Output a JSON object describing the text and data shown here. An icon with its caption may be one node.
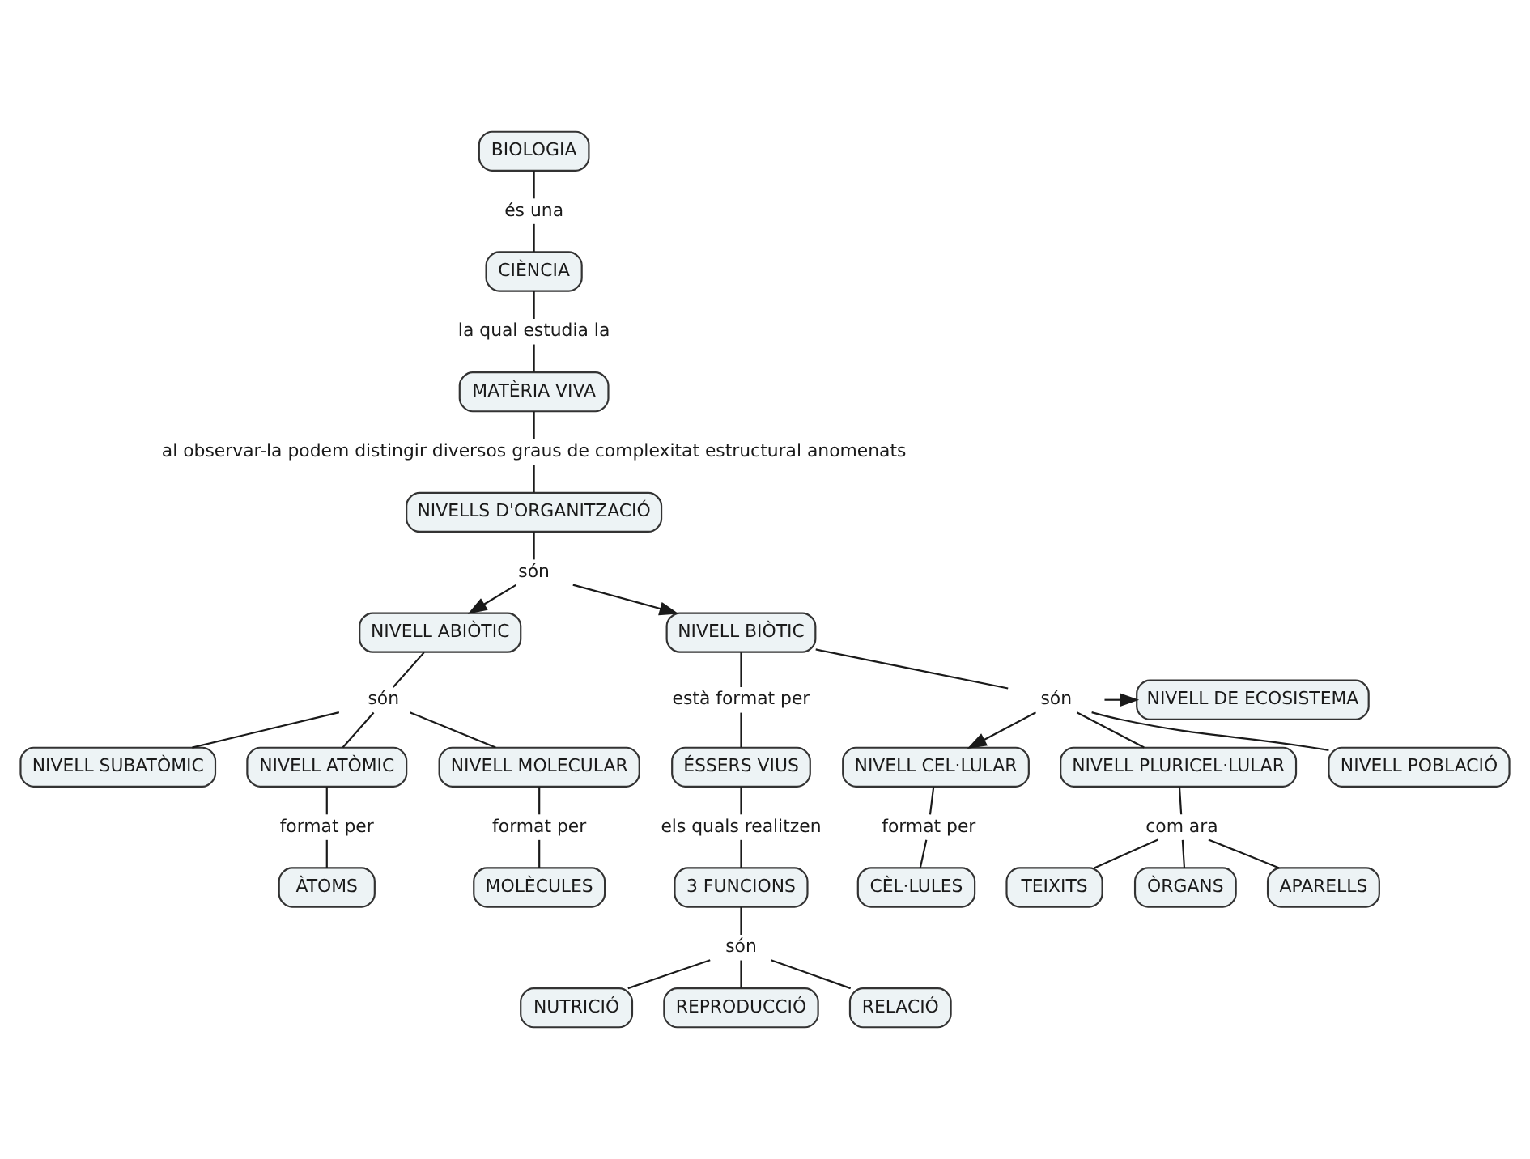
{
  "diagram": {
    "nodes": [
      {
        "text": [
          "BIOLOGIA"
        ]
      },
      {
        "text": [
          "és una"
        ]
      },
      {
        "text": [
          "CIÈNCIA"
        ]
      },
      {
        "text": [
          "la qual estudia la"
        ]
      },
      {
        "text": [
          "MATÈRIA VIVA"
        ]
      },
      {
        "text": [
          "al observar-la podem distingir diversos graus de complexitat estructural anomenats"
        ]
      },
      {
        "text": [
          "NIVELLS D'ORGANITZACIÓ"
        ]
      },
      {
        "text": [
          "són"
        ]
      },
      {
        "text": [
          "NIVELL ABIÒTIC"
        ]
      },
      {
        "text": [
          "NIVELL BIÒTIC"
        ]
      },
      {
        "text": [
          "són"
        ]
      },
      {
        "text": [
          "està format per"
        ]
      },
      {
        "text": [
          "són"
        ]
      },
      {
        "text": [
          "NIVELL DE ECOSISTEMA"
        ]
      },
      {
        "text": [
          "ÉSSERS VIUS"
        ]
      },
      {
        "text": [
          "NIVELL SUBATÒMIC"
        ]
      },
      {
        "text": [
          "NIVELL ATÒMIC"
        ]
      },
      {
        "text": [
          "NIVELL MOLECULAR"
        ]
      },
      {
        "text": [
          "NIVELL CEL·LULAR"
        ]
      },
      {
        "text": [
          "NIVELL PLURICEL·LULAR"
        ]
      },
      {
        "text": [
          "NIVELL POBLACIÓ"
        ]
      },
      {
        "text": [
          "els quals realitzen"
        ]
      },
      {
        "text": [
          "format per"
        ]
      },
      {
        "text": [
          "format per"
        ]
      },
      {
        "text": [
          "format per"
        ]
      },
      {
        "text": [
          "com ara"
        ]
      },
      {
        "text": [
          "3 FUNCIONS"
        ]
      },
      {
        "text": [
          "ÀTOMS"
        ]
      },
      {
        "text": [
          "MOLÈCULES"
        ]
      },
      {
        "text": [
          "CÈL·LULES"
        ]
      },
      {
        "text": [
          "TEIXITS"
        ]
      },
      {
        "text": [
          "APARELLS"
        ]
      },
      {
        "text": [
          "ÒRGANS"
        ]
      },
      {
        "text": [
          "són"
        ]
      },
      {
        "text": [
          "NUTRICIÓ"
        ]
      },
      {
        "text": [
          "REPRODUCCIÓ"
        ]
      },
      {
        "text": [
          "RELACIÓ"
        ]
      }
    ],
    "edges": [
      {
        "from": 0,
        "to": 1,
        "arrow": "none"
      },
      {
        "from": 1,
        "to": 2,
        "arrow": "none"
      },
      {
        "from": 2,
        "to": 3,
        "arrow": "none"
      },
      {
        "from": 3,
        "to": 4,
        "arrow": "none"
      },
      {
        "from": 4,
        "to": 5,
        "arrow": "none"
      },
      {
        "from": 5,
        "to": 6,
        "arrow": "none"
      },
      {
        "from": 6,
        "to": 7,
        "arrow": "none"
      },
      {
        "from": 7,
        "to": 8,
        "arrow": "to"
      },
      {
        "from": 7,
        "to": 9,
        "arrow": "to"
      },
      {
        "from": 8,
        "to": 10,
        "arrow": "none"
      },
      {
        "from": 10,
        "to": 15,
        "arrow": "none"
      },
      {
        "from": 10,
        "to": 16,
        "arrow": "none"
      },
      {
        "from": 10,
        "to": 17,
        "arrow": "none"
      },
      {
        "from": 9,
        "to": 11,
        "arrow": "none"
      },
      {
        "from": 11,
        "to": 14,
        "arrow": "none"
      },
      {
        "from": 9,
        "to": 12,
        "arrow": "none"
      },
      {
        "from": 12,
        "to": 18,
        "arrow": "to"
      },
      {
        "from": 12,
        "to": 19,
        "arrow": "none"
      },
      {
        "from": 12,
        "to": 20,
        "arrow": "none"
      },
      {
        "from": 12,
        "to": 13,
        "arrow": "to"
      },
      {
        "from": 16,
        "to": 22,
        "arrow": "none"
      },
      {
        "from": 22,
        "to": 27,
        "arrow": "none"
      },
      {
        "from": 17,
        "to": 23,
        "arrow": "none"
      },
      {
        "from": 23,
        "to": 28,
        "arrow": "none"
      },
      {
        "from": 14,
        "to": 21,
        "arrow": "none"
      },
      {
        "from": 21,
        "to": 26,
        "arrow": "none"
      },
      {
        "from": 18,
        "to": 24,
        "arrow": "none"
      },
      {
        "from": 24,
        "to": 29,
        "arrow": "none"
      },
      {
        "from": 19,
        "to": 25,
        "arrow": "none"
      },
      {
        "from": 25,
        "to": 30,
        "arrow": "none"
      },
      {
        "from": 25,
        "to": 32,
        "arrow": "none"
      },
      {
        "from": 25,
        "to": 31,
        "arrow": "none"
      },
      {
        "from": 26,
        "to": 33,
        "arrow": "none"
      },
      {
        "from": 33,
        "to": 34,
        "arrow": "none"
      },
      {
        "from": 33,
        "to": 35,
        "arrow": "none"
      },
      {
        "from": 33,
        "to": 36,
        "arrow": "none"
      }
    ]
  }
}
